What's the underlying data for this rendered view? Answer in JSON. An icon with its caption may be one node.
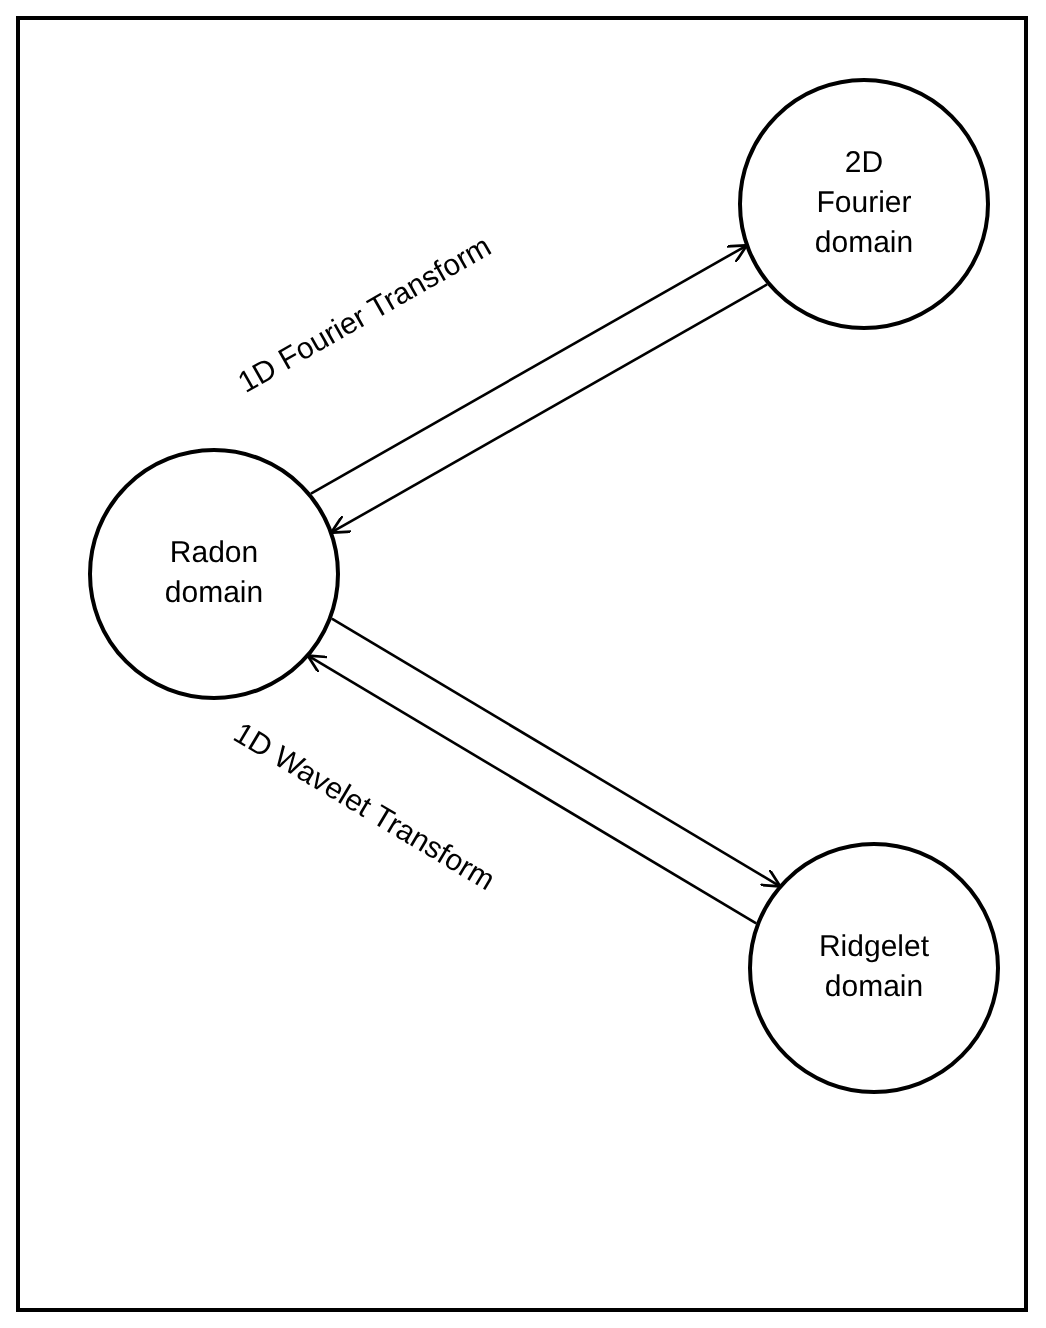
{
  "diagram": {
    "nodes": [
      {
        "text": [
          "2D Fourier domain"
        ]
      },
      {
        "text": [
          "Radon domain"
        ]
      },
      {
        "text": [
          "Ridgelet domain"
        ]
      }
    ],
    "edges": [
      {
        "from": 1,
        "to": 0,
        "arrow": "to",
        "label": "1D Fourier Transform"
      },
      {
        "from": 0,
        "to": 1,
        "arrow": "to"
      },
      {
        "from": 1,
        "to": 2,
        "arrow": "to"
      },
      {
        "from": 2,
        "to": 1,
        "arrow": "to",
        "label": "1D Wavelet Transform"
      }
    ]
  }
}
